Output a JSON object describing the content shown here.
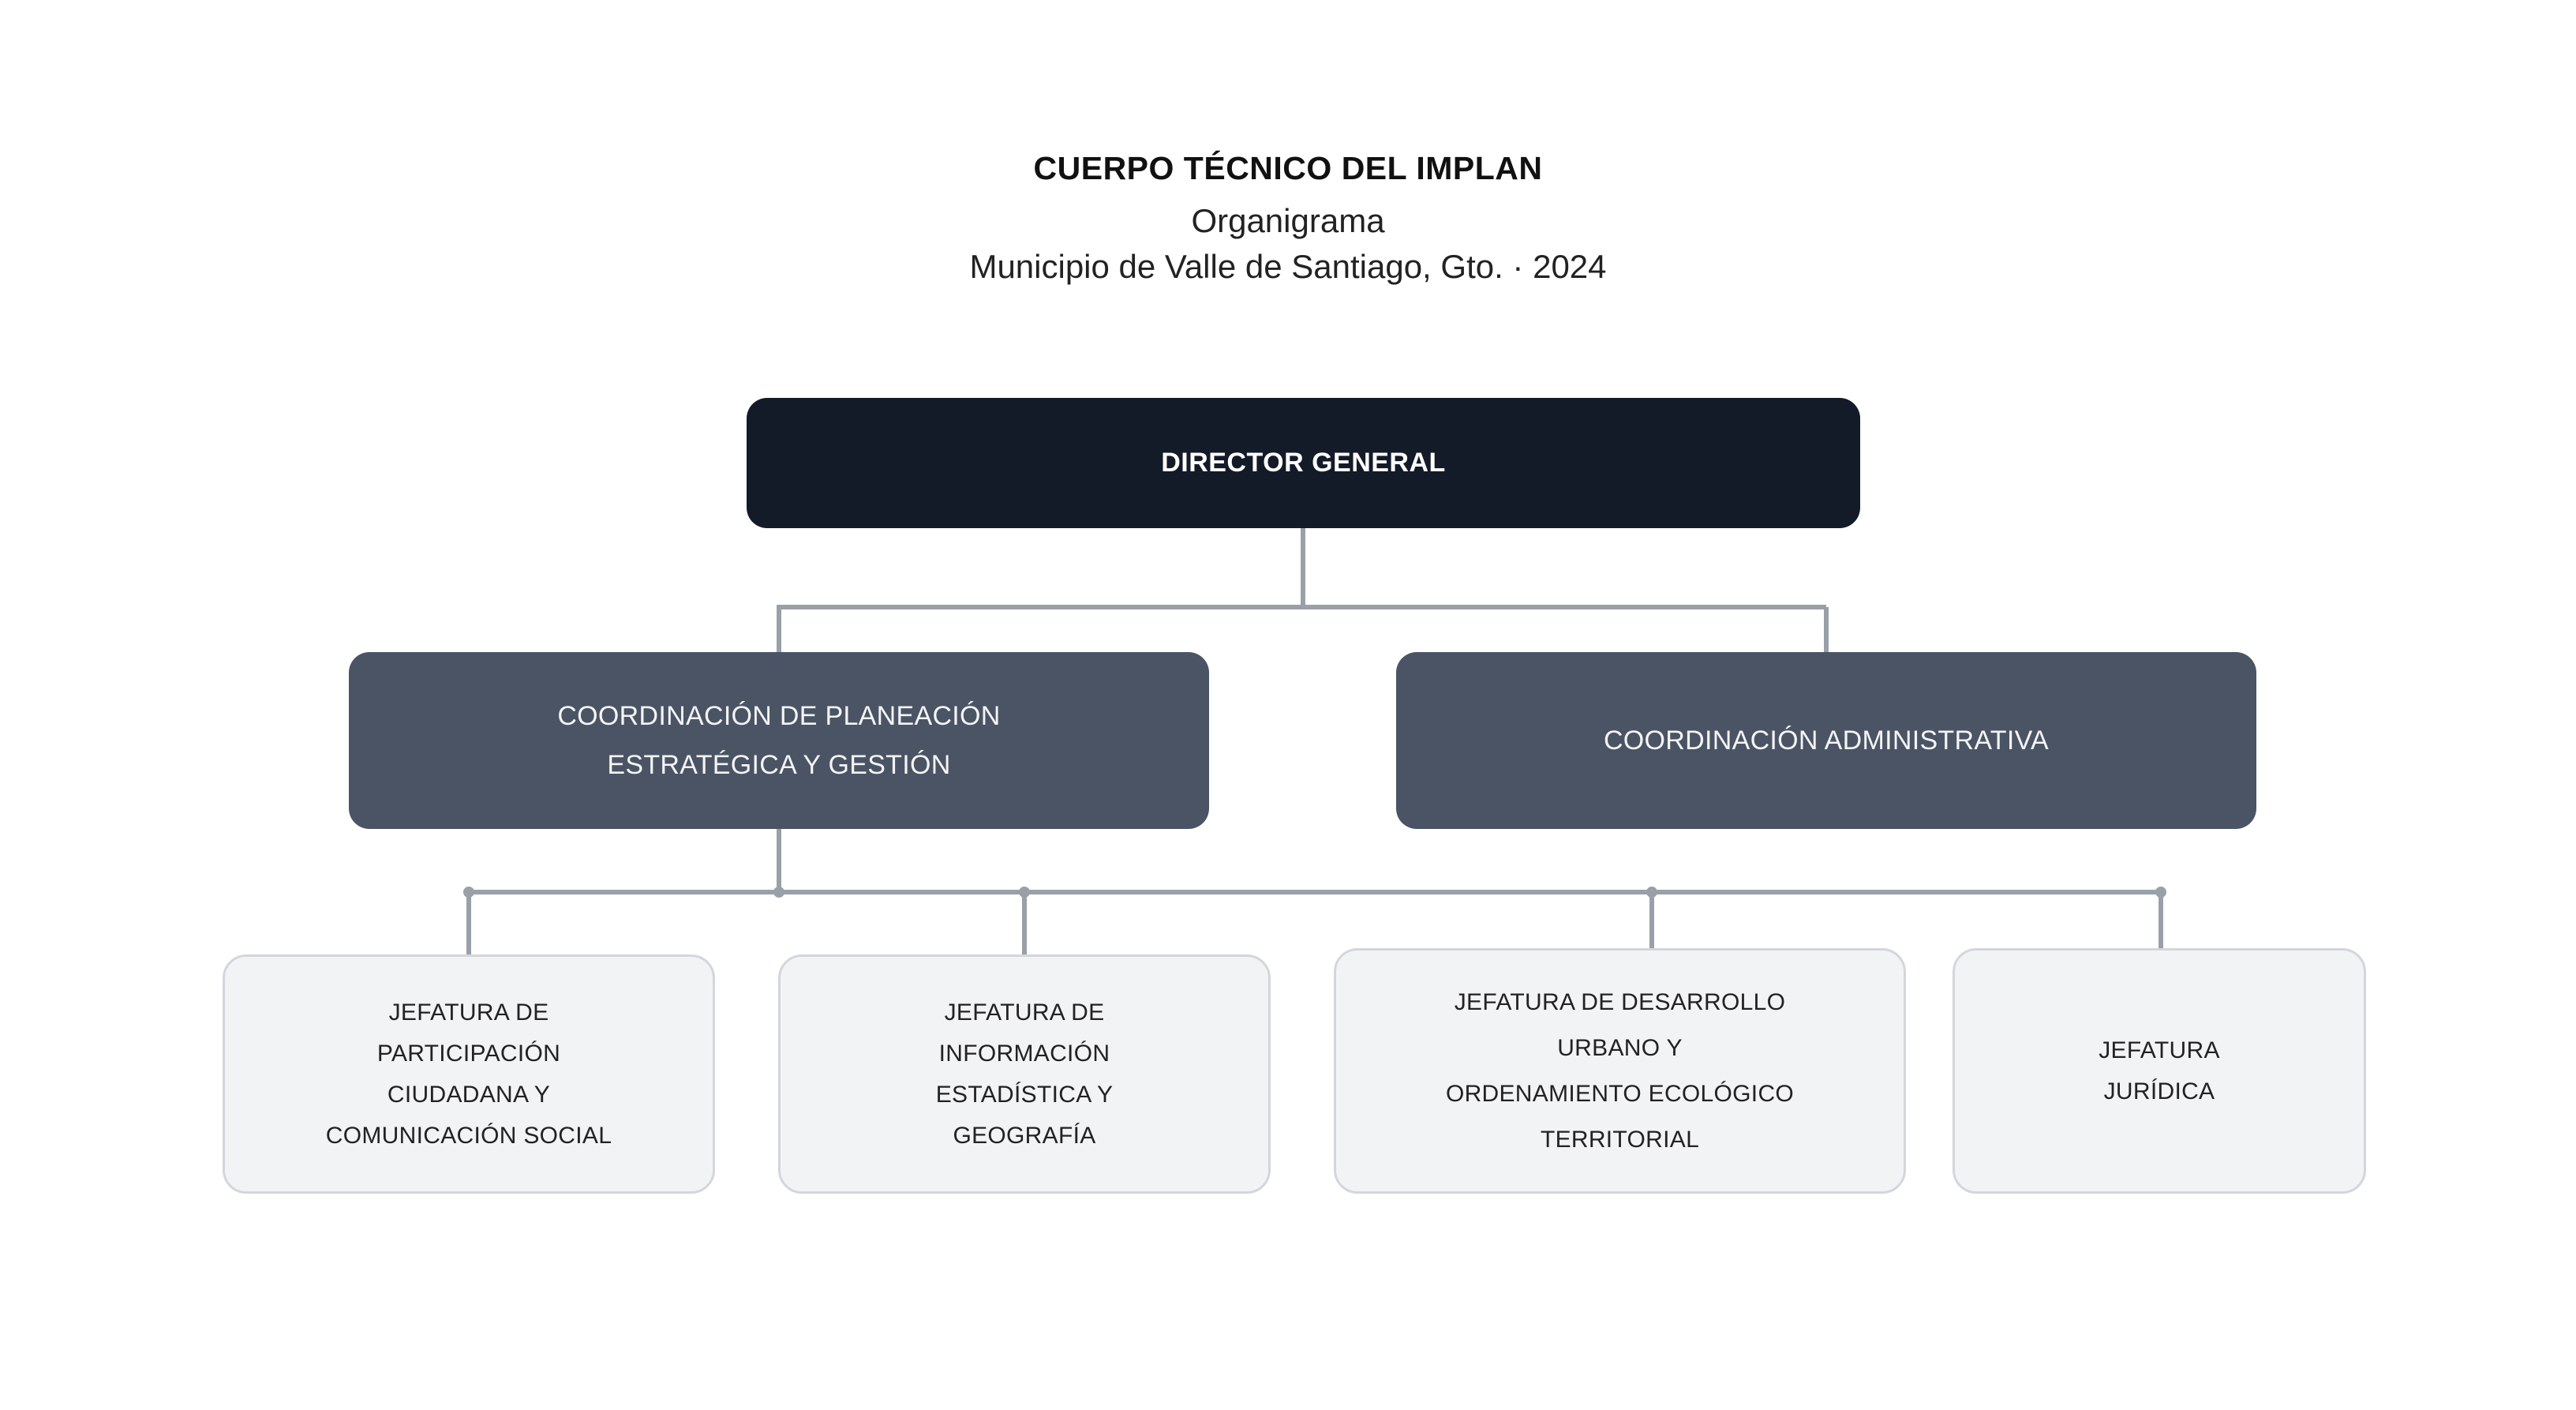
{
  "header": {
    "title": "CUERPO TÉCNICO DEL IMPLAN",
    "subtitle": "Organigrama",
    "municipality_line": "Municipio de Valle de Santiago, Gto. · 2024"
  },
  "org_chart": {
    "director": {
      "label": "DIRECTOR GENERAL"
    },
    "coordinations": [
      {
        "lines": [
          "COORDINACIÓN DE PLANEACIÓN",
          "ESTRATÉGICA Y GESTIÓN"
        ]
      },
      {
        "lines": [
          "COORDINACIÓN ADMINISTRATIVA"
        ]
      }
    ],
    "jefaturas": [
      {
        "lines": [
          "JEFATURA DE",
          "PARTICIPACIÓN",
          "CIUDADANA Y",
          "COMUNICACIÓN SOCIAL"
        ]
      },
      {
        "lines": [
          "JEFATURA DE",
          "INFORMACIÓN",
          "ESTADÍSTICA Y",
          "GEOGRAFÍA"
        ]
      },
      {
        "lines": [
          "JEFATURA DE DESARROLLO",
          "URBANO Y",
          "ORDENAMIENTO ECOLÓGICO",
          "TERRITORIAL"
        ]
      },
      {
        "lines": [
          "JEFATURA",
          "JURÍDICA"
        ]
      }
    ]
  },
  "colors": {
    "director_fill": "#131a28",
    "coordination_fill": "#4a5464",
    "jefatura_fill": "#f2f3f5",
    "jefatura_border": "#d3d6dc",
    "connector": "#9aa0a8"
  }
}
